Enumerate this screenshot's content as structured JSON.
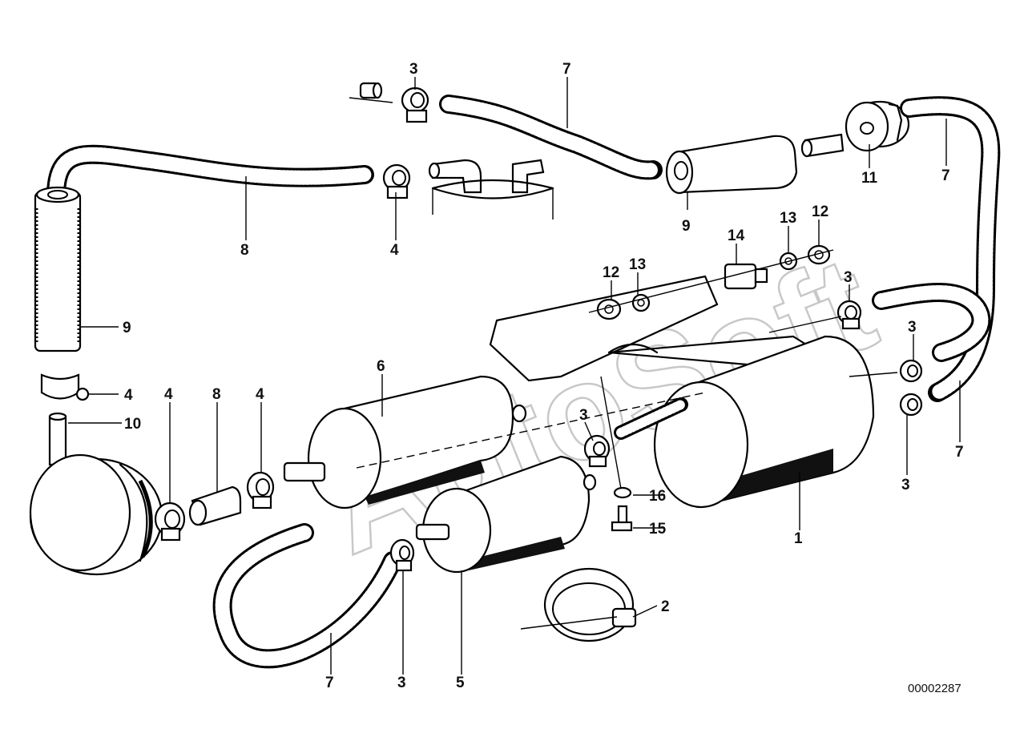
{
  "labels": {
    "l1": "1",
    "l2": "2",
    "l3a": "3",
    "l3b": "3",
    "l3c": "3",
    "l3d": "3",
    "l3e": "3",
    "l3f": "3",
    "l4a": "4",
    "l4b": "4",
    "l4c": "4",
    "l4d": "4",
    "l5": "5",
    "l6": "6",
    "l7a": "7",
    "l7b": "7",
    "l7c": "7",
    "l7d": "7",
    "l8a": "8",
    "l8b": "8",
    "l9a": "9",
    "l9b": "9",
    "l10": "10",
    "l11": "11",
    "l12a": "12",
    "l12b": "12",
    "l13a": "13",
    "l13b": "13",
    "l14": "14",
    "l15": "15",
    "l16": "16"
  },
  "watermark": "AutoSoft",
  "diagram_code": "00002287"
}
